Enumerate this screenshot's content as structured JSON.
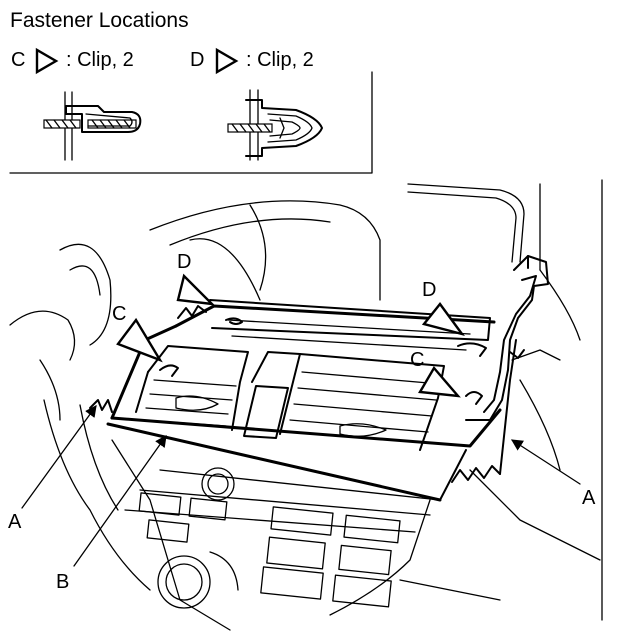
{
  "title": "Fastener Locations",
  "legend": {
    "c_letter": "C",
    "c_text": ": Clip, 2",
    "d_letter": "D",
    "d_text": ": Clip, 2"
  },
  "callouts": {
    "d_upper_left": "D",
    "c_left": "C",
    "d_upper_right": "D",
    "c_right": "C",
    "a_left": "A",
    "a_right": "A",
    "b": "B"
  },
  "icons": {
    "legend_triangle": "triangle-pointer-icon",
    "clip_c": "clip-c-cross-section",
    "clip_d": "clip-d-cross-section"
  }
}
